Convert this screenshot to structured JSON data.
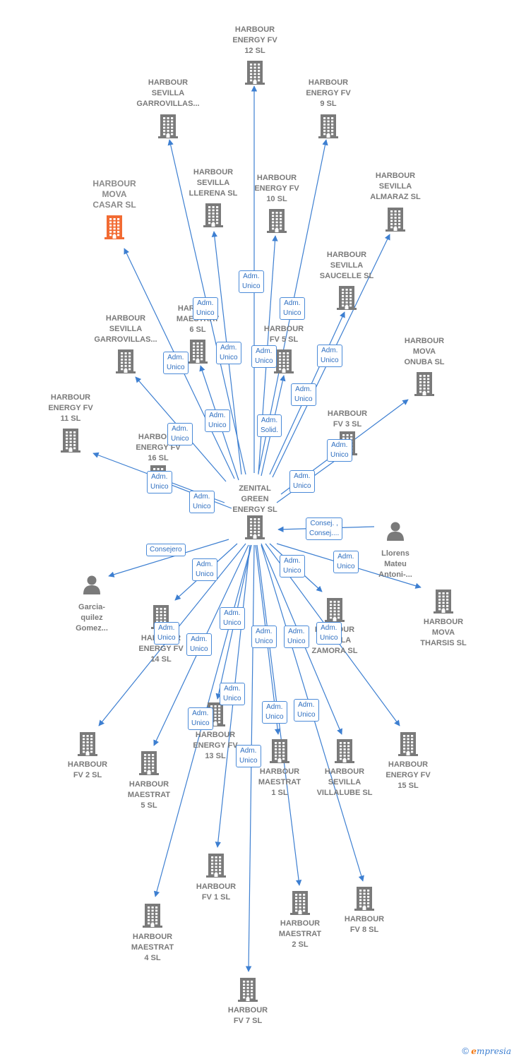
{
  "colors": {
    "edge": "#3d7fd1",
    "building": "#7a7a7a",
    "highlight": "#f26b33",
    "role_border": "#4a8ad8",
    "role_text": "#2f6fc0"
  },
  "nodes": [
    {
      "id": "center",
      "label": "ZENITAL\nGREEN\nENERGY  SL",
      "icon": "building-icon",
      "kind": "company"
    },
    {
      "id": "fv12",
      "label": "HARBOUR\nENERGY FV\n12  SL",
      "icon": "building-icon",
      "kind": "company"
    },
    {
      "id": "garro1",
      "label": "HARBOUR\nSEVILLA\nGARROVILLAS...",
      "icon": "building-icon",
      "kind": "company"
    },
    {
      "id": "fv9",
      "label": "HARBOUR\nENERGY FV\n9  SL",
      "icon": "building-icon",
      "kind": "company"
    },
    {
      "id": "casar",
      "label": "HARBOUR\nMOVA\nCASAR  SL",
      "icon": "building-icon",
      "kind": "highlight"
    },
    {
      "id": "llerena",
      "label": "HARBOUR\nSEVILLA\nLLERENA  SL",
      "icon": "building-icon",
      "kind": "company"
    },
    {
      "id": "fv10",
      "label": "HARBOUR\nENERGY FV\n10  SL",
      "icon": "building-icon",
      "kind": "company"
    },
    {
      "id": "almaraz",
      "label": "HARBOUR\nSEVILLA\nALMARAZ  SL",
      "icon": "building-icon",
      "kind": "company"
    },
    {
      "id": "saucelle",
      "label": "HARBOUR\nSEVILLA\nSAUCELLE  SL",
      "icon": "building-icon",
      "kind": "company"
    },
    {
      "id": "garro2",
      "label": "HARBOUR\nSEVILLA\nGARROVILLAS...",
      "icon": "building-icon",
      "kind": "company"
    },
    {
      "id": "maes6",
      "label": "HARBOUR\nMAESTRAT\n6  SL",
      "icon": "building-icon",
      "kind": "company"
    },
    {
      "id": "fv5",
      "label": "HARBOUR\nFV 5  SL",
      "icon": "building-icon",
      "kind": "company"
    },
    {
      "id": "onuba",
      "label": "HARBOUR\nMOVA\nONUBA  SL",
      "icon": "building-icon",
      "kind": "company"
    },
    {
      "id": "fv11",
      "label": "HARBOUR\nENERGY FV\n11  SL",
      "icon": "building-icon",
      "kind": "company"
    },
    {
      "id": "fv16",
      "label": "HARBOUR\nENERGY FV\n16  SL",
      "icon": "building-icon",
      "kind": "company"
    },
    {
      "id": "fv3",
      "label": "HARBOUR\nFV 3  SL",
      "icon": "building-icon",
      "kind": "company"
    },
    {
      "id": "llorens",
      "label": "Llorens\nMateu\nAntoni-...",
      "icon": "person-icon",
      "kind": "person"
    },
    {
      "id": "garcia",
      "label": "Garcia-\nquilez\nGomez...",
      "icon": "person-icon",
      "kind": "person"
    },
    {
      "id": "tharsis",
      "label": "HARBOUR\nMOVA\nTHARSIS  SL",
      "icon": "building-icon",
      "kind": "company"
    },
    {
      "id": "fv14",
      "label": "HARBOUR\nENERGY FV\n14  SL",
      "icon": "building-icon",
      "kind": "company"
    },
    {
      "id": "zamora",
      "label": "HARBOUR\nSEVILLA\nZAMORA  SL",
      "icon": "building-icon",
      "kind": "company"
    },
    {
      "id": "fv2",
      "label": "HARBOUR\nFV 2  SL",
      "icon": "building-icon",
      "kind": "company"
    },
    {
      "id": "maes5",
      "label": "HARBOUR\nMAESTRAT\n5  SL",
      "icon": "building-icon",
      "kind": "company"
    },
    {
      "id": "fv13",
      "label": "HARBOUR\nENERGY FV\n13  SL",
      "icon": "building-icon",
      "kind": "company"
    },
    {
      "id": "maes1",
      "label": "HARBOUR\nMAESTRAT\n1  SL",
      "icon": "building-icon",
      "kind": "company"
    },
    {
      "id": "villalube",
      "label": "HARBOUR\nSEVILLA\nVILLALUBE  SL",
      "icon": "building-icon",
      "kind": "company"
    },
    {
      "id": "fv15",
      "label": "HARBOUR\nENERGY FV\n15  SL",
      "icon": "building-icon",
      "kind": "company"
    },
    {
      "id": "fv1",
      "label": "HARBOUR\nFV 1  SL",
      "icon": "building-icon",
      "kind": "company"
    },
    {
      "id": "fv8",
      "label": "HARBOUR\nFV 8  SL",
      "icon": "building-icon",
      "kind": "company"
    },
    {
      "id": "maes4",
      "label": "HARBOUR\nMAESTRAT\n4  SL",
      "icon": "building-icon",
      "kind": "company"
    },
    {
      "id": "maes2",
      "label": "HARBOUR\nMAESTRAT\n2  SL",
      "icon": "building-icon",
      "kind": "company"
    },
    {
      "id": "fv7",
      "label": "HARBOUR\nFV 7  SL",
      "icon": "building-icon",
      "kind": "company"
    }
  ],
  "roles": [
    {
      "id": "r-fv10",
      "text": "Adm.\nUnico"
    },
    {
      "id": "r-llerena",
      "text": "Adm.\nUnico"
    },
    {
      "id": "r-fv9",
      "text": "Adm.\nUnico"
    },
    {
      "id": "r-saucelle",
      "text": "Adm.\nUnico"
    },
    {
      "id": "r-casar",
      "text": "Adm.\nUnico"
    },
    {
      "id": "r-maes6",
      "text": "Adm.\nUnico"
    },
    {
      "id": "r-fv5",
      "text": "Adm.\nUnico"
    },
    {
      "id": "r-almaraz",
      "text": "Adm.\nUnico"
    },
    {
      "id": "r-fv12",
      "text": "Adm.\nUnico"
    },
    {
      "id": "r-garro2",
      "text": "Adm.\nUnico"
    },
    {
      "id": "r-fv3solid",
      "text": "Adm.\nSolid."
    },
    {
      "id": "r-fv3",
      "text": "Adm.\nUnico"
    },
    {
      "id": "r-fv11",
      "text": "Adm.\nUnico"
    },
    {
      "id": "r-fv16",
      "text": "Adm.\nUnico"
    },
    {
      "id": "r-onuba",
      "text": "Adm.\nUnico"
    },
    {
      "id": "r-garro1",
      "text": "Adm.\nUnico"
    },
    {
      "id": "r-llorens",
      "text": "Consej. ,\nConsej...."
    },
    {
      "id": "r-garcia",
      "text": "Consejero"
    },
    {
      "id": "r-fv14",
      "text": "Adm.\nUnico"
    },
    {
      "id": "r-zamora",
      "text": "Adm.\nUnico"
    },
    {
      "id": "r-tharsis",
      "text": "Adm.\nUnico"
    },
    {
      "id": "r-fv2",
      "text": "Adm.\nUnico"
    },
    {
      "id": "r-maes5",
      "text": "Adm.\nUnico"
    },
    {
      "id": "r-fv13",
      "text": "Adm.\nUnico"
    },
    {
      "id": "r-maes1",
      "text": "Adm.\nUnico"
    },
    {
      "id": "r-villalube",
      "text": "Adm.\nUnico"
    },
    {
      "id": "r-fv15",
      "text": "Adm.\nUnico"
    },
    {
      "id": "r-fv1",
      "text": "Adm.\nUnico"
    },
    {
      "id": "r-maes4",
      "text": "Adm.\nUnico"
    },
    {
      "id": "r-maes2",
      "text": "Adm.\nUnico"
    },
    {
      "id": "r-fv8",
      "text": "Adm.\nUnico"
    },
    {
      "id": "r-fv7",
      "text": "Adm.\nUnico"
    }
  ],
  "footer": {
    "copyright": "©",
    "brand_first": "e",
    "brand_rest": "mpresia"
  }
}
